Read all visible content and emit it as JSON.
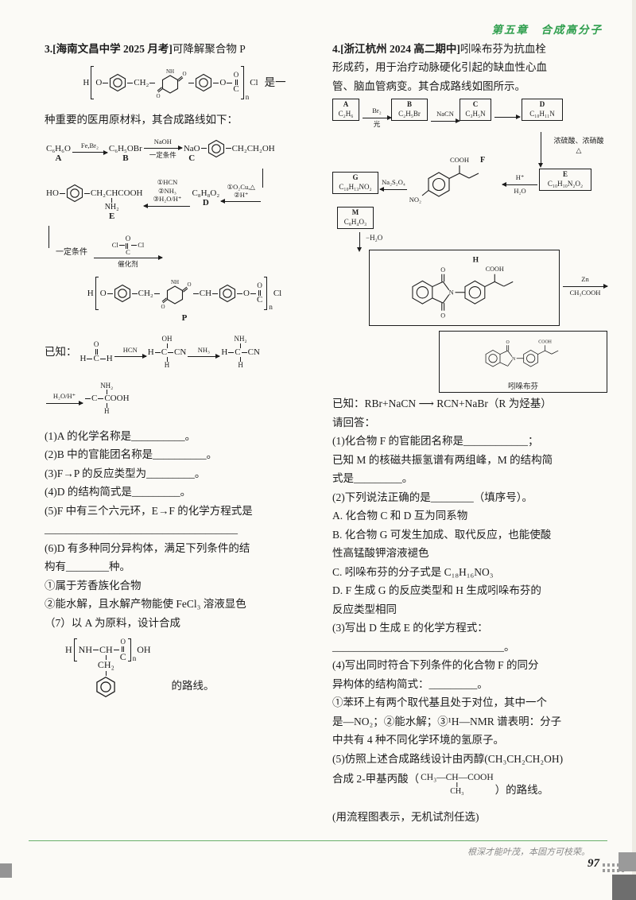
{
  "header": {
    "chapter": "第五章　合成高分子"
  },
  "footer": {
    "quote": "根深才能叶茂，本固方可枝荣。",
    "page": "97"
  },
  "q3": {
    "num": "3.",
    "source": "[海南文昌中学 2025 月考]",
    "title_rest": "可降解聚合物 P",
    "after_p1": "是一",
    "intro2": "种重要的医用原材料，其合成路线如下：",
    "atoms": {
      "h": "H",
      "o": "O",
      "c": "C",
      "cl": "Cl",
      "n": "n",
      "nh": "NH",
      "ch2": "CH₂",
      "ch": "CH",
      "oh": "OH",
      "nh2": "NH₂",
      "cn": "CN",
      "cooh": "COOH"
    },
    "s1": {
      "a": "C₆H₆O",
      "la": "A",
      "r1": "Fe,Br₂",
      "b": "C₆H₅OBr",
      "lb": "B",
      "r2t": "NaOH",
      "r2b": "一定条件",
      "nao": "NaO",
      "chain": "CH₂CH₂OH",
      "lc": "C"
    },
    "s2": {
      "ho": "HO",
      "ch2": "CH₂",
      "ch": "CH",
      "cooh": "COOH",
      "nh2": "NH₂",
      "le": "E",
      "r3a": "①HCN",
      "r3b": "②NH₃",
      "r3c": "③H₂O/H⁺",
      "d": "C₈H₈O₂",
      "ld": "D",
      "r4a": "①O₂Cu,△",
      "r4b": "②H⁺"
    },
    "s3": {
      "cond": "一定条件",
      "cl": "Cl",
      "c": "C",
      "o": "O",
      "cat": "催化剂"
    },
    "p_label": "P",
    "known_label": "已知：",
    "kr1": "HCN",
    "kr2": "NH₃",
    "kr3": "H₂O/H⁺",
    "q": [
      "(1)A 的化学名称是__________。",
      "(2)B 中的官能团名称是__________。",
      "(3)F→P 的反应类型为_________。",
      "(4)D 的结构简式是_________。",
      "(5)F 中有三个六元环，E→F 的化学方程式是",
      "(6)D 有多种同分异构体，满足下列条件的结",
      "构有________种。",
      "①属于芳香族化合物",
      "②能水解，且水解产物能使 FeCl₃ 溶液显色",
      "（7）以 A 为原料，设计合成"
    ],
    "q5_blank": "____________________________________",
    "q7_tail": "的路线。"
  },
  "q4": {
    "num": "4.",
    "source": "[浙江杭州 2024 高二期中]",
    "intro1": "吲哚布芬为抗血栓",
    "intro2": "形成药，用于治疗动脉硬化引起的缺血性心血",
    "intro3": "管、脑血管病变。其合成路线如图所示。",
    "sch": {
      "a1": "A",
      "a2": "C₂H₆",
      "r1t": "Br₂",
      "r1b": "光",
      "b1": "B",
      "b2": "C₂H₅Br",
      "r2": "NaCN",
      "c1": "C",
      "c2": "C₃H₅N",
      "d1": "D",
      "d2": "C₁₀H₁₁N",
      "r3a": "浓硫酸、浓硝酸",
      "r3b": "△",
      "e1": "E",
      "e2": "C₁₀H₁₀N₂O₂",
      "r4t": "H⁺",
      "r4b": "H₂O",
      "f": "F",
      "cooh": "COOH",
      "no2": "NO₂",
      "r5": "Na₂S₂O₄",
      "g1": "G",
      "g2": "C₁₀H₁₃NO₂",
      "m1": "M",
      "m2": "C₈H₄O₃",
      "r6": "−H₂O",
      "h": "H",
      "o": "O",
      "nn": "N",
      "r7t": "Zn",
      "r7b": "CH₃COOH",
      "ind": "吲哚布芬"
    },
    "known": "已知：RBr+NaCN ⟶ RCN+NaBr（R 为烃基）",
    "ask": "请回答：",
    "l": [
      "(1)化合物 F 的官能团名称是____________；",
      "已知 M 的核磁共振氢谱有两组峰，M 的结构简",
      "式是_________。",
      "(2)下列说法正确的是________（填序号）。",
      "A. 化合物 C 和 D 互为同系物",
      "B. 化合物 G 可发生加成、取代反应，也能使酸",
      "性高锰酸钾溶液褪色",
      "C. 吲哚布芬的分子式是 C₁₈H₁₆NO₃",
      "D. F 生成 G 的反应类型和 H 生成吲哚布芬的",
      "反应类型相同",
      "(3)写出 D 生成 E 的化学方程式：",
      "________________________________。",
      "(4)写出同时符合下列条件的化合物 F 的同分",
      "异构体的结构简式：_________。",
      "①苯环上有两个取代基且处于对位，其中一个",
      "是—NO₂；②能水解；③¹H—NMR 谱表明：分子",
      "中共有 4 种不同化学环境的氢原子。",
      "(5)仿照上述合成路线设计由丙醇(CH₃CH₂CH₂OH)",
      "合成 2-甲基丙酸（"
    ],
    "st5top": "CH₃—CH—COOH",
    "st5sub": "CH₃",
    "l5c": "）的路线。",
    "tail": "(用流程图表示，无机试剂任选)"
  }
}
